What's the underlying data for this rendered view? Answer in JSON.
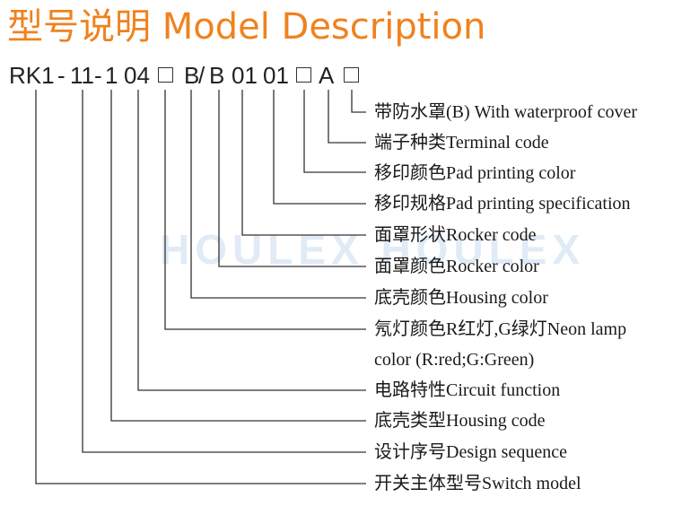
{
  "title": "型号说明  Model Description",
  "watermark": "HOULEX HOULEX",
  "model_code": [
    {
      "id": "rk1",
      "text": "RK1"
    },
    {
      "id": "dash-1",
      "text": "-"
    },
    {
      "id": "switch-model-11",
      "text": "11"
    },
    {
      "id": "dash-2",
      "text": "-"
    },
    {
      "id": "design-sequence-1",
      "text": "1"
    },
    {
      "id": "circuit-04",
      "text": "04"
    },
    {
      "id": "housing-color-b",
      "text": "B"
    },
    {
      "id": "slash",
      "text": "/"
    },
    {
      "id": "rocker-color-b",
      "text": "B"
    },
    {
      "id": "pad-spec-01",
      "text": "01"
    },
    {
      "id": "pad-color-01",
      "text": "01"
    },
    {
      "id": "terminal-a",
      "text": "A"
    }
  ],
  "placeholder_symbol": "□",
  "labels": [
    {
      "id": "waterproof-cover",
      "text": "带防水罩(B) With waterproof cover"
    },
    {
      "id": "terminal-code",
      "text": "端子种类Terminal code"
    },
    {
      "id": "pad-printing-color",
      "text": "移印颜色Pad printing color"
    },
    {
      "id": "pad-printing-spec",
      "text": "移印规格Pad printing specification"
    },
    {
      "id": "rocker-code",
      "text": "面罩形状Rocker code"
    },
    {
      "id": "rocker-color",
      "text": "面罩颜色Rocker color"
    },
    {
      "id": "housing-color",
      "text": "底壳颜色Housing color"
    },
    {
      "id": "neon-lamp-color",
      "text": "氖灯颜色R红灯,G绿灯Neon lamp"
    },
    {
      "id": "neon-lamp-color-2",
      "text": "color (R:red;G:Green)"
    },
    {
      "id": "circuit-function",
      "text": "电路特性Circuit function"
    },
    {
      "id": "housing-code",
      "text": "底壳类型Housing code"
    },
    {
      "id": "design-sequence",
      "text": "设计序号Design sequence"
    },
    {
      "id": "switch-model",
      "text": "开关主体型号Switch model"
    }
  ],
  "colors": {
    "title": "#f0821e",
    "text": "#1a1a1a",
    "line": "#333333",
    "watermark": "#c7dcf0"
  }
}
